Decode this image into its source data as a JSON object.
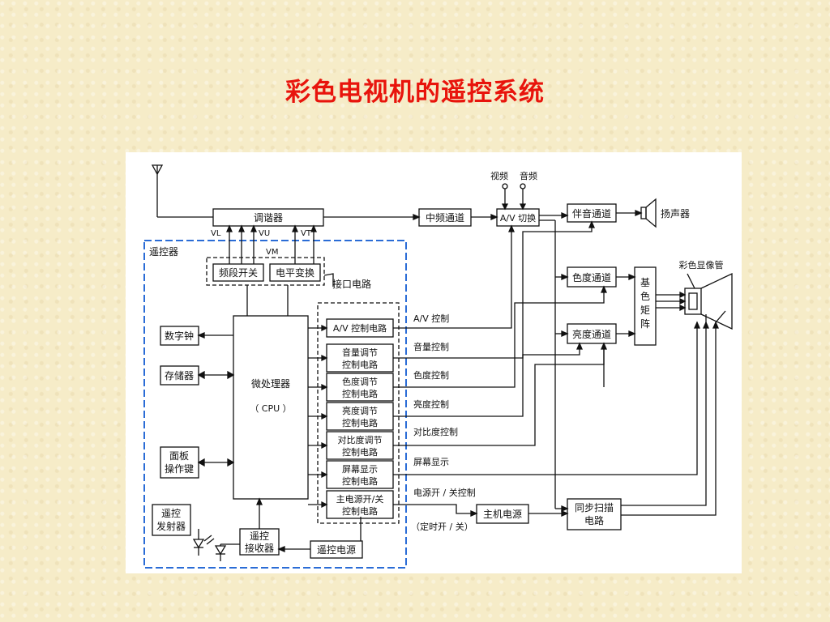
{
  "title": "彩色电视机的遥控系统",
  "diagram": {
    "tuner": "调谐器",
    "vl": "VL",
    "vu": "VU",
    "vt": "VT",
    "vm": "VM",
    "if_channel": "中频通道",
    "av_switch": "A/V 切换",
    "video": "视频",
    "audio": "音频",
    "sound_channel": "伴音通道",
    "speaker": "扬声器",
    "remote_controller": "遥控器",
    "band_switch": "频段开关",
    "level_shift": "电平变换",
    "interface_circuit": "接口电路",
    "chroma_channel": "色度通道",
    "luma_channel": "亮度通道",
    "matrix": "基色矩阵",
    "crt": "彩色显像管",
    "digital_clock": "数字钟",
    "memory": "存储器",
    "panel_keys": [
      "面板",
      "操作键"
    ],
    "remote_tx": [
      "遥控",
      "发射器"
    ],
    "cpu": [
      "微处理器",
      "（ CPU ）"
    ],
    "remote_rx": [
      "遥控",
      "接收器"
    ],
    "remote_power": "遥控电源",
    "ctrl_circuits": [
      [
        "A/V 控制电路"
      ],
      [
        "音量调节",
        "控制电路"
      ],
      [
        "色度调节",
        "控制电路"
      ],
      [
        "亮度调节",
        "控制电路"
      ],
      [
        "对比度调节",
        "控制电路"
      ],
      [
        "屏幕显示",
        "控制电路"
      ],
      [
        "主电源开/关",
        "控制电路"
      ]
    ],
    "signals": [
      "A/V 控制",
      "音量控制",
      "色度控制",
      "亮度控制",
      "对比度控制",
      "屏幕显示",
      "电源开 / 关控制"
    ],
    "timer": "（定时开 / 关）",
    "main_power": "主机电源",
    "sync_scan": [
      "同步扫描",
      "电路"
    ]
  }
}
